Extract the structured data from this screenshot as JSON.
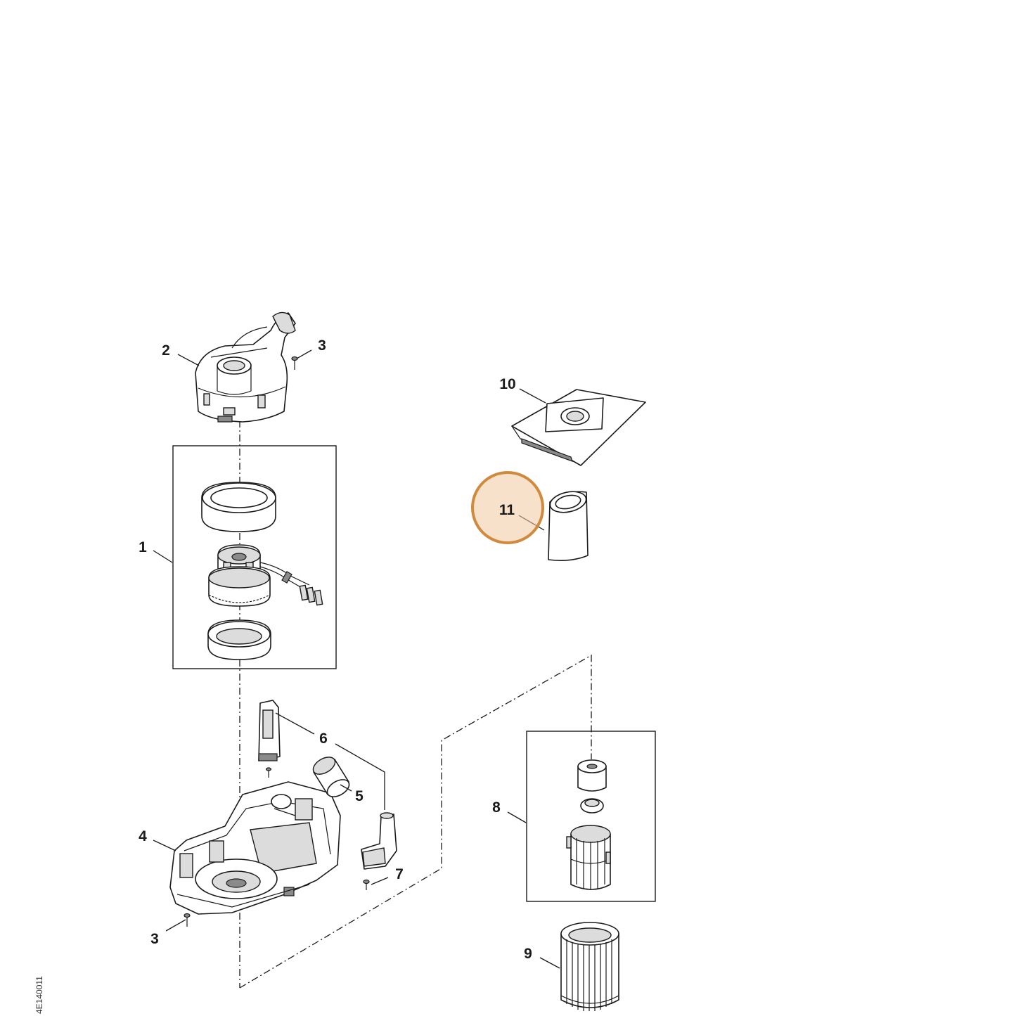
{
  "callouts": {
    "c1": "1",
    "c2": "2",
    "c3a": "3",
    "c3b": "3",
    "c4": "4",
    "c5": "5",
    "c6": "6",
    "c7": "7",
    "c8": "8",
    "c9": "9",
    "c10": "10",
    "c11": "11"
  },
  "figure_ref": "4E140011",
  "highlight": {
    "part": "11",
    "color": "#d08a3e"
  }
}
